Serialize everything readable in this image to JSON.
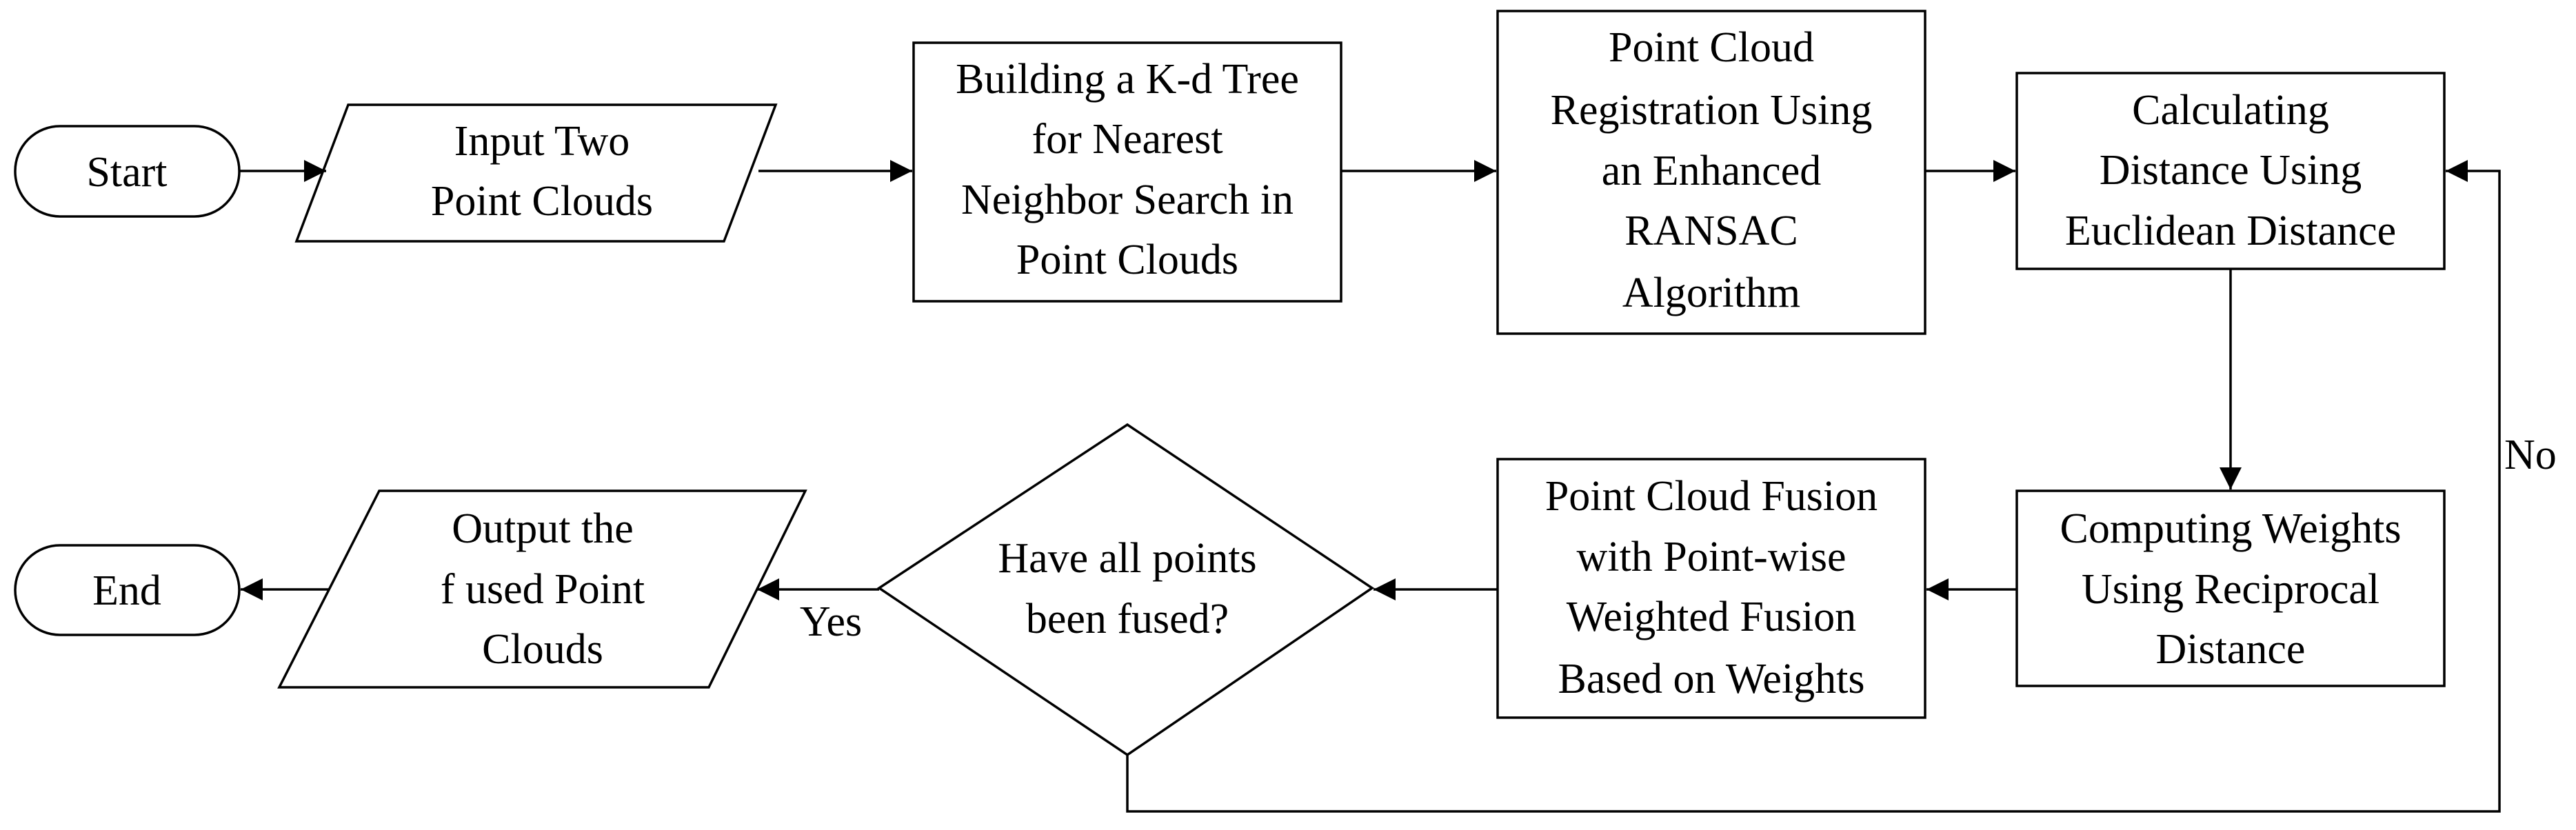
{
  "nodes": {
    "start": {
      "lines": [
        "Start"
      ]
    },
    "input": {
      "lines": [
        "Input Two",
        "Point Clouds"
      ]
    },
    "kdtree": {
      "lines": [
        "Building a K-d Tree",
        "for Nearest",
        "Neighbor Search in",
        "Point Clouds"
      ]
    },
    "registration": {
      "lines": [
        "Point Cloud",
        "Registration Using",
        "an Enhanced",
        "RANSAC",
        "Algorithm"
      ]
    },
    "distance": {
      "lines": [
        "Calculating",
        "Distance Using",
        "Euclidean Distance"
      ]
    },
    "weights": {
      "lines": [
        "Computing Weights",
        "Using Reciprocal",
        "Distance"
      ]
    },
    "fusion": {
      "lines": [
        "Point Cloud Fusion",
        "with Point-wise",
        "Weighted Fusion",
        "Based on Weights"
      ]
    },
    "decision": {
      "lines": [
        "Have all points",
        "been fused?"
      ]
    },
    "output": {
      "lines": [
        "Output the",
        "f used Point",
        "Clouds"
      ]
    },
    "end": {
      "lines": [
        "End"
      ]
    }
  },
  "edge_labels": {
    "yes": "Yes",
    "no": "No"
  }
}
